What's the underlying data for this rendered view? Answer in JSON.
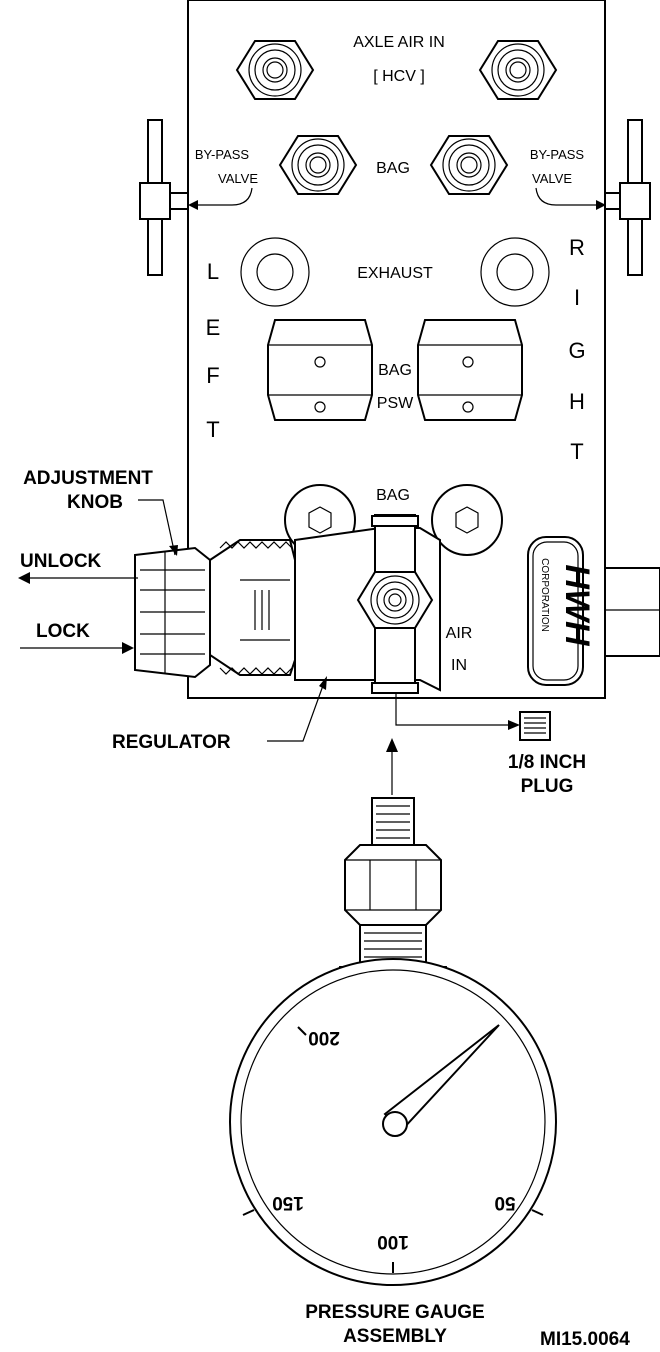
{
  "labels": {
    "axle_air_in": "AXLE AIR IN",
    "hcv": "[ HCV ]",
    "bag_top": "BAG",
    "bypass_left_1": "BY-PASS",
    "bypass_left_2": "VALVE",
    "bypass_right_1": "BY-PASS",
    "bypass_right_2": "VALVE",
    "exhaust": "EXHAUST",
    "left_letters": [
      "L",
      "E",
      "F",
      "T"
    ],
    "right_letters": [
      "R",
      "I",
      "G",
      "H",
      "T"
    ],
    "bag_psw_1": "BAG",
    "bag_psw_2": "PSW",
    "bag_lower": "BAG",
    "adjustment_knob_1": "ADJUSTMENT",
    "adjustment_knob_2": "KNOB",
    "unlock": "UNLOCK",
    "lock": "LOCK",
    "air": "AIR",
    "in": "IN",
    "regulator": "REGULATOR",
    "plug_1": "1/8 INCH",
    "plug_2": "PLUG",
    "logo": "HWH",
    "logo_sub": "CORPORATION",
    "gauge_1": "PRESSURE GAUGE",
    "gauge_2": "ASSEMBLY",
    "figure_id": "MI15.0064"
  },
  "gauge": {
    "ticks": [
      "200",
      "150",
      "100",
      "50"
    ],
    "max": 250
  }
}
